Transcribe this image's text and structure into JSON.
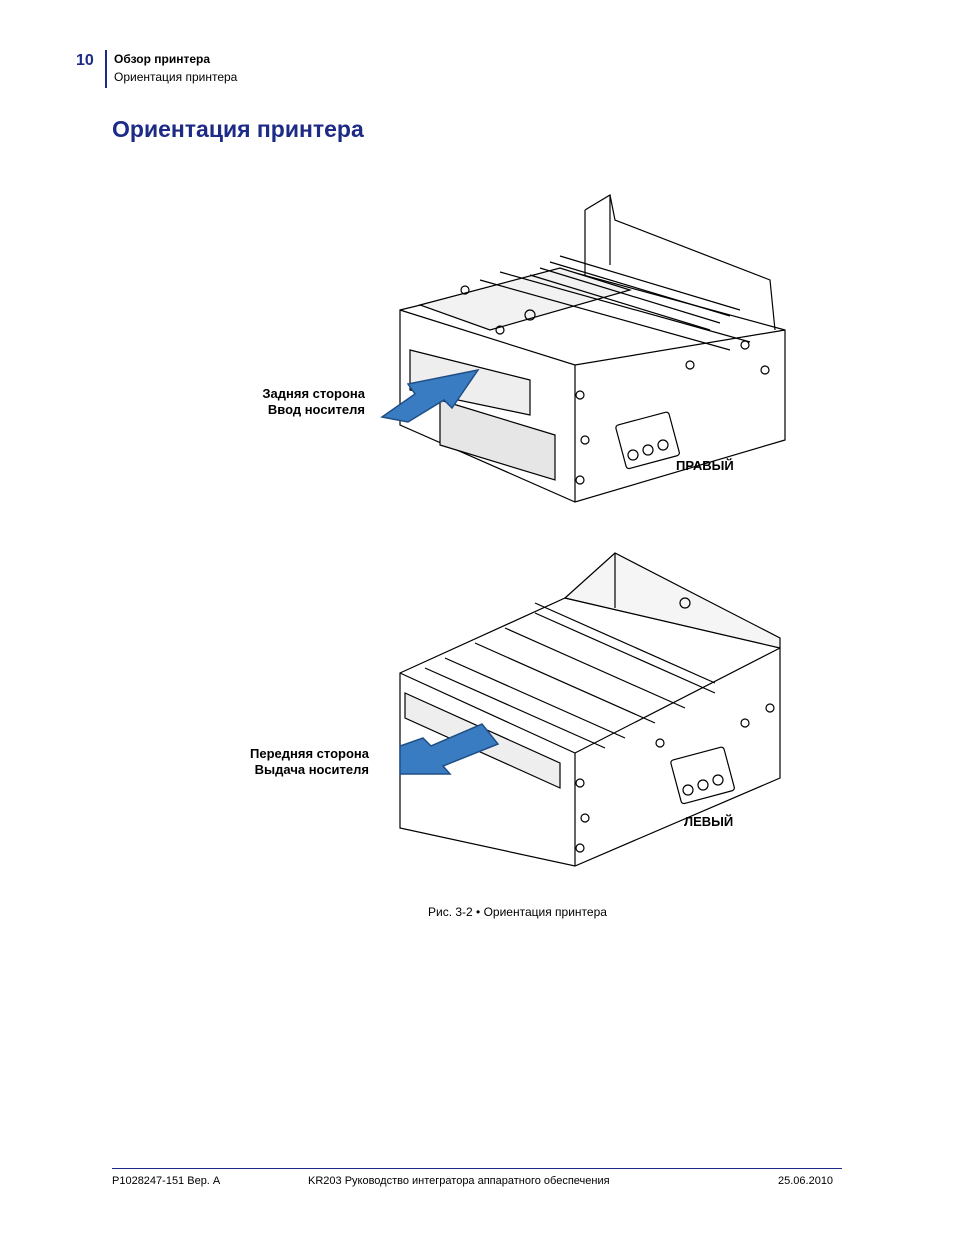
{
  "header": {
    "page_number": "10",
    "section": "Обзор принтера",
    "subsection": "Ориентация принтера"
  },
  "title": "Ориентация принтера",
  "figure_top": {
    "label_line1": "Задняя сторона",
    "label_line2": "Ввод носителя",
    "side_label": "ПРАВЫЙ"
  },
  "figure_bottom": {
    "label_line1": "Передняя сторона",
    "label_line2": "Выдача носителя",
    "side_label": "ЛЕВЫЙ"
  },
  "caption": "Рис. 3-2 • Ориентация принтера",
  "footer": {
    "doc_number": "P1028247-151 Вер. A",
    "doc_title": "KR203 Руководство интегратора аппаратного обеспечения",
    "date": "25.06.2010"
  },
  "colors": {
    "accent": "#1d2a86",
    "arrow_fill": "#3a7cc1",
    "arrow_stroke": "#1f4f86"
  }
}
